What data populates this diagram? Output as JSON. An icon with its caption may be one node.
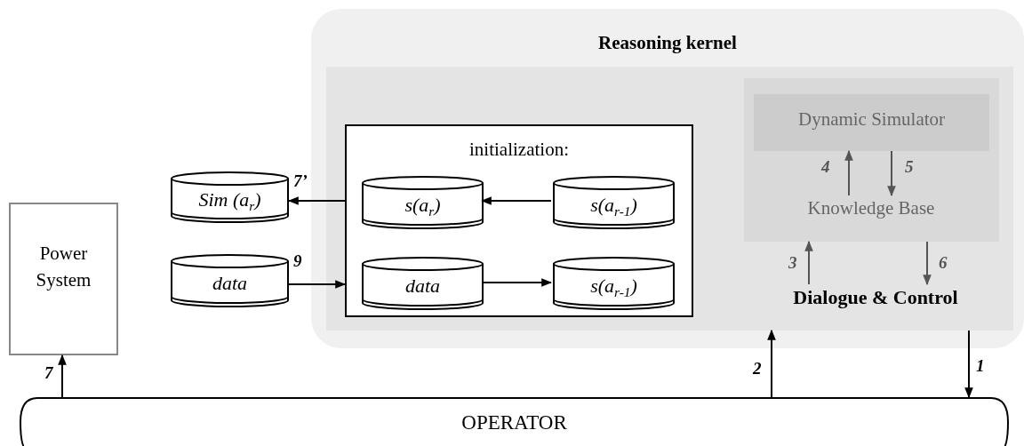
{
  "diagram": {
    "nodes": [
      {
        "text": [
          "Reasoning kernel"
        ]
      },
      {
        "text": [],
        "shape": "box",
        "in": 0
      },
      {
        "text": [
          "initialization:"
        ],
        "in": 1
      },
      {
        "text": [
          "s(a$_{r}$)"
        ],
        "in": 2
      },
      {
        "text": [
          "s(a$_{r-1}$)"
        ],
        "in": 2
      },
      {
        "text": [
          "data"
        ],
        "in": 2
      },
      {
        "text": [
          "s(a$_{r-1}$)"
        ],
        "in": 2
      },
      {
        "text": [
          "Sim (a$_{r}$)"
        ]
      },
      {
        "text": [
          "data"
        ]
      },
      {
        "text": [
          "Power System"
        ]
      },
      {
        "text": [],
        "shape": "box",
        "in": 1
      },
      {
        "text": [
          "Dynamic Simulator"
        ],
        "in": 10
      },
      {
        "text": [
          "Knowledge Base"
        ],
        "in": 10
      },
      {
        "text": [
          "Dialogue & Control"
        ],
        "in": 1
      },
      {
        "text": [
          "OPERATOR"
        ]
      }
    ],
    "edges": [
      {
        "from": 4,
        "to": 3,
        "arrow": "to"
      },
      {
        "from": 5,
        "to": 6,
        "arrow": "to"
      },
      {
        "from": 2,
        "to": 7,
        "arrow": "to",
        "label": "7’"
      },
      {
        "from": 8,
        "to": 2,
        "arrow": "to",
        "label": "9"
      },
      {
        "from": 14,
        "to": 9,
        "arrow": "to",
        "label": "7"
      },
      {
        "from": 14,
        "to": 1,
        "arrow": "to",
        "label": "2"
      },
      {
        "from": 1,
        "to": 14,
        "arrow": "to",
        "label": "1"
      },
      {
        "from": 13,
        "to": 10,
        "arrow": "to",
        "label": "3",
        "color": "#555555"
      },
      {
        "from": 10,
        "to": 13,
        "arrow": "to",
        "label": "6",
        "color": "#555555"
      },
      {
        "from": 12,
        "to": 11,
        "arrow": "to",
        "label": "4",
        "color": "#555555"
      },
      {
        "from": 11,
        "to": 12,
        "arrow": "to",
        "label": "5",
        "color": "#555555"
      }
    ]
  }
}
